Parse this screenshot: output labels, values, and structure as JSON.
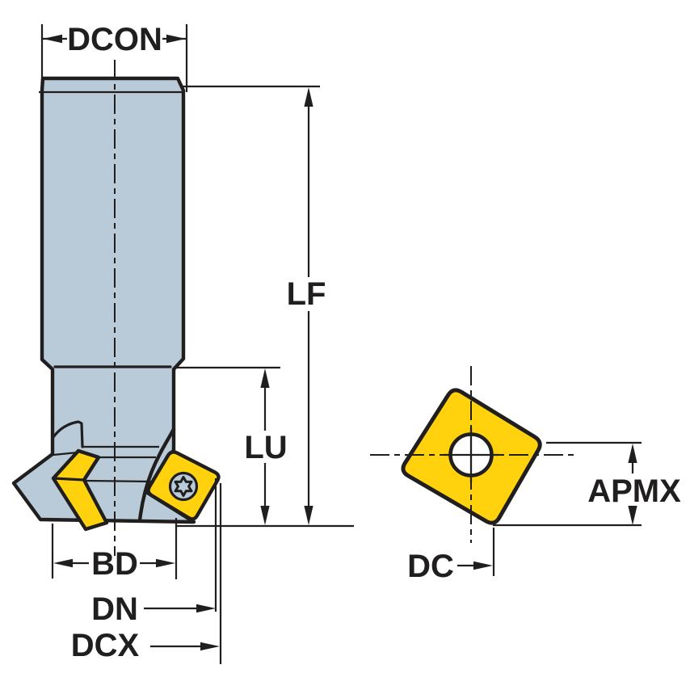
{
  "drawing": {
    "type": "technical-dimension-drawing",
    "views": {
      "side_view": "milling cutter body with indexable inserts",
      "detail_view": "square insert with center hole"
    },
    "labels": {
      "dcon": "DCON",
      "lf": "LF",
      "lu": "LU",
      "bd": "BD",
      "dn": "DN",
      "dcx": "DCX",
      "apmx": "APMX",
      "dc": "DC"
    },
    "colors": {
      "body_fill": "#b9cbd8",
      "insert_fill": "#ffd20d",
      "line": "#211e1e",
      "background": "#ffffff"
    }
  }
}
